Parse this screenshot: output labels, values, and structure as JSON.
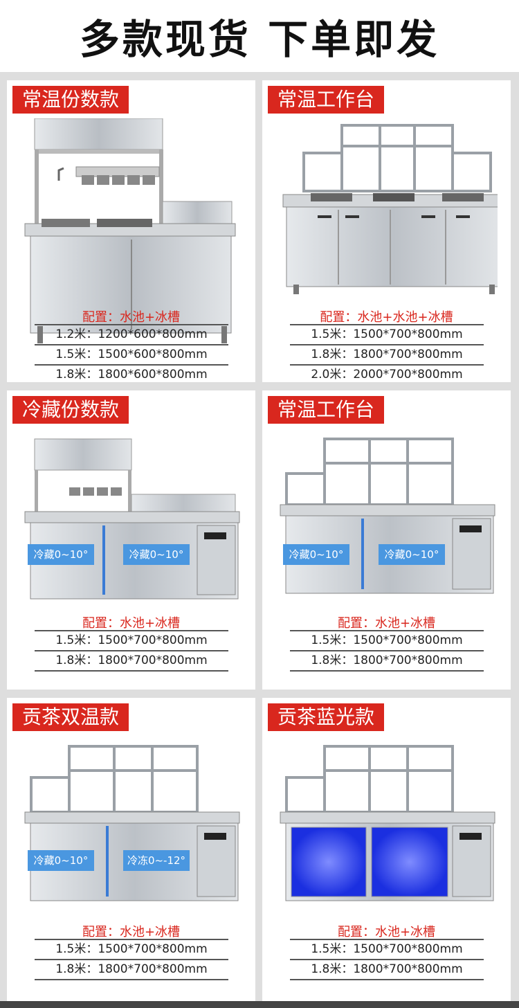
{
  "header": {
    "title": "多款现货 下单即发"
  },
  "cards": [
    {
      "tag": "常温份数款",
      "config": "配置：水池+冰槽",
      "specs": [
        "1.2米：1200*600*800mm",
        "1.5米：1500*600*800mm",
        "1.8米：1800*600*800mm"
      ]
    },
    {
      "tag": "常温工作台",
      "config": "配置：水池+水池+冰槽",
      "specs": [
        "1.5米：1500*700*800mm",
        "1.8米：1800*700*800mm",
        "2.0米：2000*700*800mm"
      ]
    },
    {
      "tag": "冷藏份数款",
      "config": "配置：水池+冰槽",
      "specs": [
        "1.5米：1500*700*800mm",
        "1.8米：1800*700*800mm"
      ],
      "door_labels": [
        "冷藏0~10°",
        "冷藏0~10°"
      ]
    },
    {
      "tag": "常温工作台",
      "config": "配置：水池+冰槽",
      "specs": [
        "1.5米：1500*700*800mm",
        "1.8米：1800*700*800mm"
      ],
      "door_labels": [
        "冷藏0~10°",
        "冷藏0~10°"
      ]
    },
    {
      "tag": "贡茶双温款",
      "config": "配置：水池+冰槽",
      "specs": [
        "1.5米：1500*700*800mm",
        "1.8米：1800*700*800mm"
      ],
      "door_labels": [
        "冷藏0~10°",
        "冷冻0~-12°"
      ]
    },
    {
      "tag": "贡茶蓝光款",
      "config": "配置：水池+冰槽",
      "specs": [
        "1.5米：1500*700*800mm",
        "1.8米：1800*700*800mm"
      ]
    }
  ],
  "colors": {
    "tag_bg": "#d9271e",
    "config_text": "#d9271e",
    "steel": "#c9cdd2",
    "blue_light": "#2b3fff"
  }
}
